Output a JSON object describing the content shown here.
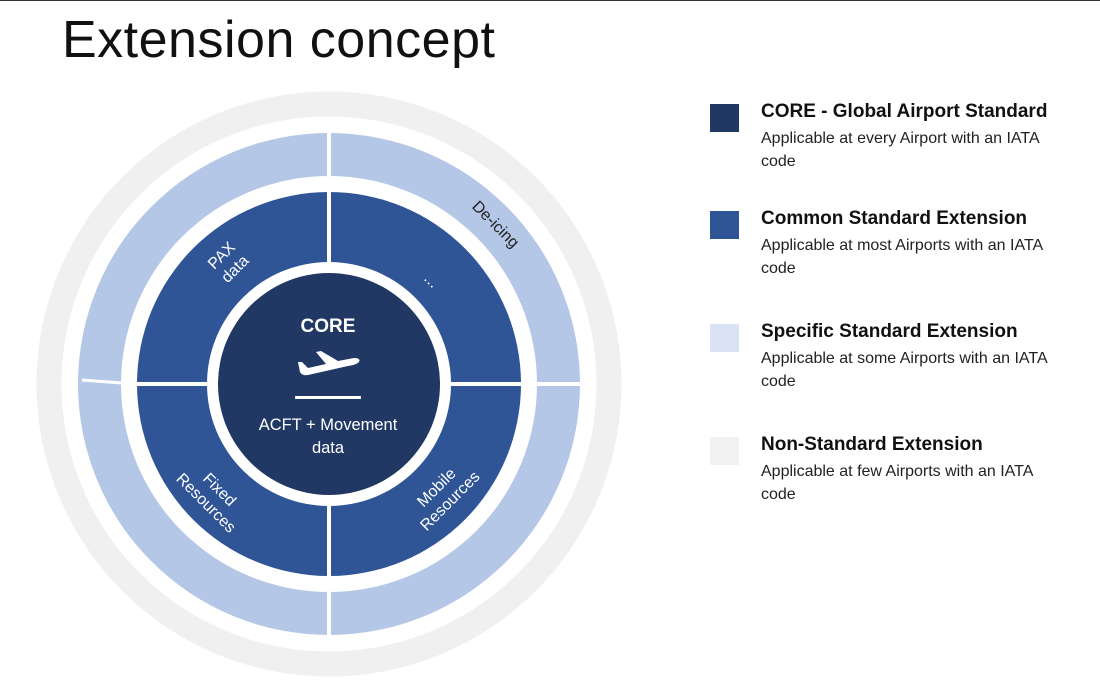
{
  "title": "Extension concept",
  "diagram": {
    "core_label": "CORE",
    "core_icon": "airplane-takeoff-icon",
    "core_text_line1": "ACFT + Movement",
    "core_text_line2": "data",
    "common_segments": {
      "top_left": [
        "PAX",
        "data"
      ],
      "top_right": "...",
      "bottom_left": [
        "Fixed",
        "Resources"
      ],
      "bottom_right": [
        "Mobile",
        "Resources"
      ]
    },
    "specific_segments": {
      "top_right": "De-icing"
    }
  },
  "colors": {
    "core": "#213864",
    "common": "#2f5597",
    "specific": "#b4c7e7",
    "specific_legend": "#dae3f3",
    "non_standard": "#f0f0f0"
  },
  "legend": [
    {
      "title": "CORE - Global Airport Standard",
      "desc": "Applicable at every Airport with an IATA code",
      "color": "#213864"
    },
    {
      "title": "Common Standard Extension",
      "desc": "Applicable at most Airports with an IATA code",
      "color": "#2f5597"
    },
    {
      "title": "Specific Standard Extension",
      "desc": "Applicable at some Airports with an IATA code",
      "color": "#dae3f3"
    },
    {
      "title": "Non-Standard Extension",
      "desc": "Applicable at few Airports with an IATA code",
      "color": "#f2f2f2"
    }
  ]
}
